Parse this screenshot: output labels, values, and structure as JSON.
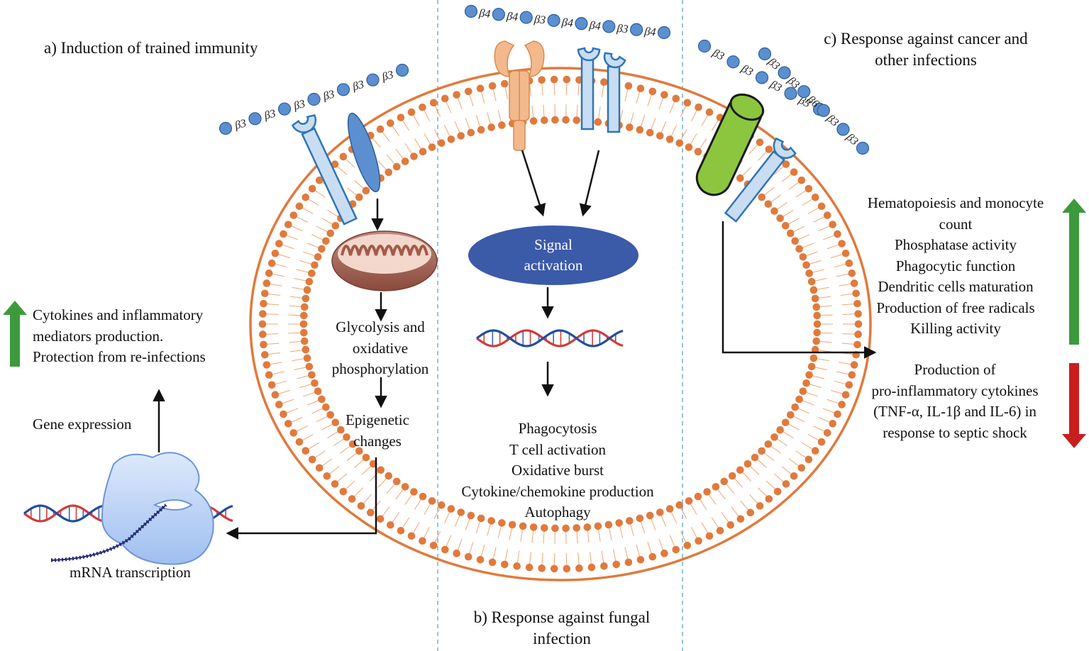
{
  "sections": {
    "a": {
      "title": "a) Induction of trained immunity"
    },
    "b": {
      "title_lines": [
        "b) Response against fungal",
        "infection"
      ]
    },
    "c": {
      "title_lines": [
        "c) Response against cancer and",
        "other infections"
      ]
    }
  },
  "beta_labels": {
    "chain_a": [
      "β3",
      "β3",
      "β3",
      "β3",
      "β3",
      "β3"
    ],
    "chain_b": [
      "β4",
      "β4",
      "β3",
      "β4",
      "β4",
      "β3",
      "β4"
    ],
    "chain_c1": [
      "β3",
      "β3",
      "β3",
      "β3"
    ],
    "chain_c2": [
      "β3",
      "β3",
      "β6",
      "β3",
      "β3"
    ]
  },
  "panel_a": {
    "pathway_1_lines": [
      "Glycolysis and",
      "oxidative",
      "phosphorylation"
    ],
    "pathway_2_lines": [
      "Epigenetic",
      "changes"
    ],
    "mrna_label": "mRNA transcription",
    "gene_expression_label": "Gene expression",
    "outcome_lines": [
      "Cytokines  and  inflammatory",
      "mediators production.",
      "Protection from re-infections"
    ]
  },
  "panel_b": {
    "signal_lines": [
      "Signal",
      "activation"
    ],
    "outcomes": [
      "Phagocytosis",
      "T cell activation",
      "Oxidative burst",
      "Cytokine/chemokine production",
      "Autophagy"
    ]
  },
  "panel_c": {
    "increased": [
      "Hematopoiesis and monocyte",
      "count",
      "Phosphatase activity",
      "Phagocytic function",
      "Dendritic cells maturation",
      "Production of free radicals",
      "Killing  activity"
    ],
    "decreased": [
      "Production of",
      "pro-inflammatory  cytokines",
      "(TNF-α, IL-1β and IL-6) in",
      "response to septic shock"
    ]
  },
  "colors": {
    "membrane": "#e07a3c",
    "bead": "#5b8fd0",
    "receptor_fill": "#c9ddf2",
    "receptor_edge": "#2e75b6",
    "signal": "#3b5aa8",
    "up_arrow": "#3c9a3c",
    "down_arrow": "#c81e1e",
    "green_receptor": "#8cc63f",
    "divider": "#5ba3d0"
  },
  "icons": [
    "mitochondrion-icon",
    "dna-helix-icon",
    "ribosome-icon",
    "dectin-receptor-icon",
    "tlr-receptor-icon",
    "complement-receptor-icon"
  ]
}
